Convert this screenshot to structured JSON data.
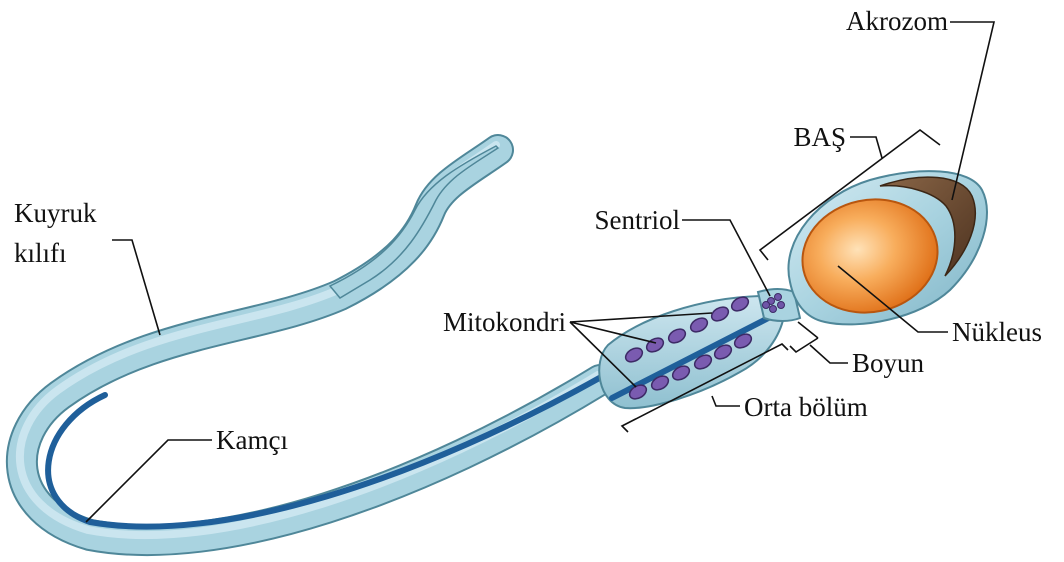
{
  "labels": {
    "akrozom": "Akrozom",
    "bas": "BAŞ",
    "sentriol": "Sentriol",
    "kuyruk_line1": "Kuyruk",
    "kuyruk_line2": "kılıfı",
    "mitokondri": "Mitokondri",
    "nukleus": "Nükleus",
    "boyun": "Boyun",
    "orta_bolum": "Orta bölüm",
    "kamci": "Kamçı"
  },
  "colors": {
    "sheath_fill": "#a9d3e0",
    "sheath_edge": "#4f8799",
    "axoneme": "#1f5f9a",
    "mitochondria_fill": "#7a5bb0",
    "mitochondria_edge": "#3d2a66",
    "nucleus_center": "#ffd7a3",
    "nucleus_edge": "#e4781c",
    "acrosome": "#6b4a30",
    "centriole": "#6f55a8",
    "label_text": "#111111"
  }
}
